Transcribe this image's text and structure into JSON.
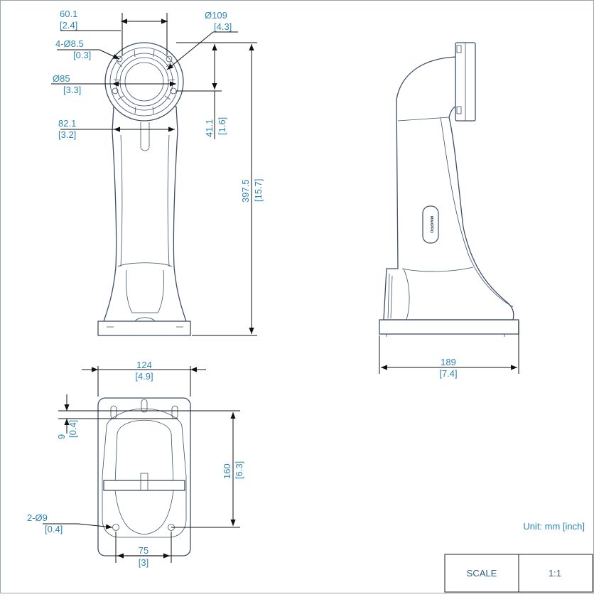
{
  "dims": {
    "top_width": {
      "mm": "60.1",
      "in": "[2.4]"
    },
    "top_dia": {
      "mm": "Ø109",
      "in": "[4.3]"
    },
    "holes": {
      "mm": "4-Ø8.5",
      "in": "[0.3]"
    },
    "inner_dia": {
      "mm": "Ø85",
      "in": "[3.3]"
    },
    "bottom_width": {
      "mm": "82.1",
      "in": "[3.2]"
    },
    "offset": {
      "mm": "41.1",
      "in": "[1.6]"
    },
    "height": {
      "mm": "397.5",
      "in": "[15.7]"
    },
    "depth": {
      "mm": "189",
      "in": "[7.4]"
    },
    "plate_width": {
      "mm": "124",
      "in": "[4.9]"
    },
    "slot": {
      "mm": "9",
      "in": "[0.4]"
    },
    "plate_height": {
      "mm": "160",
      "in": "[6.3]"
    },
    "base_holes": {
      "mm": "2-Ø9",
      "in": "[0.4]"
    },
    "hole_spacing": {
      "mm": "75",
      "in": "[3]"
    }
  },
  "unit_note": "Unit: mm [inch]",
  "title_block": {
    "scale_label": "SCALE",
    "scale_value": "1:1"
  },
  "brand_mark": "MAXPRO",
  "colors": {
    "dimension_text": "#2b86b5",
    "outline": "#3d4f66",
    "dimension_line": "#111111"
  }
}
